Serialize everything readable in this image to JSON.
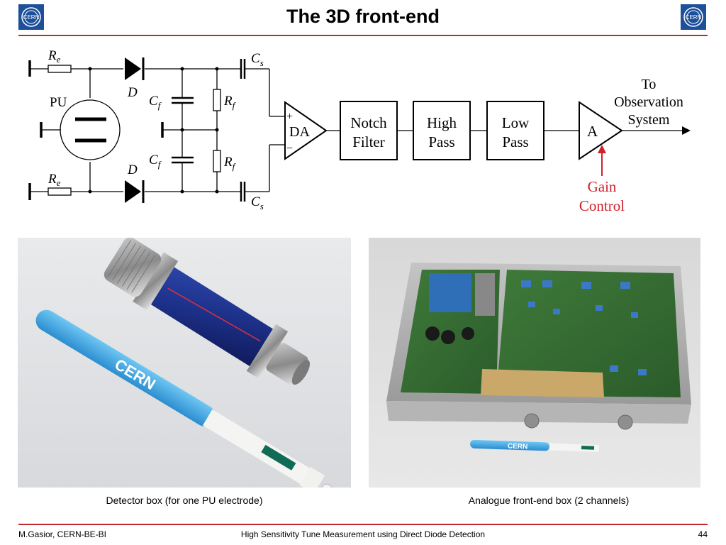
{
  "slide": {
    "title": "The 3D front-end",
    "footer_left": "M.Gasior, CERN-BE-BI",
    "footer_center": "High Sensitivity Tune Measurement using Direct Diode Detection",
    "page_number": "44",
    "logo_text": "CERN",
    "accent_color": "#c0282d"
  },
  "diagram": {
    "re_top": "R",
    "re_bottom": "R",
    "re_sub": "e",
    "d_top": "D",
    "d_bottom": "D",
    "pu": "PU",
    "cf_top": "C",
    "cf_bottom": "C",
    "cf_sub": "f",
    "rf_top": "R",
    "rf_bottom": "R",
    "rf_sub": "f",
    "cs_top": "C",
    "cs_bottom": "C",
    "cs_sub": "s",
    "da_label": "DA",
    "da_plus": "+",
    "da_minus": "−",
    "notch": [
      "Notch",
      "Filter"
    ],
    "high": [
      "High",
      "Pass"
    ],
    "low": [
      "Low",
      "Pass"
    ],
    "amp": "A",
    "obs": [
      "To",
      "Observation",
      "System"
    ],
    "gain": [
      "Gain",
      "Control"
    ],
    "gain_color": "#d0202a"
  },
  "photos": {
    "left_caption": "Detector box (for one PU electrode)",
    "right_caption": "Analogue front-end box (2 channels)",
    "pen_text": "CERN"
  }
}
